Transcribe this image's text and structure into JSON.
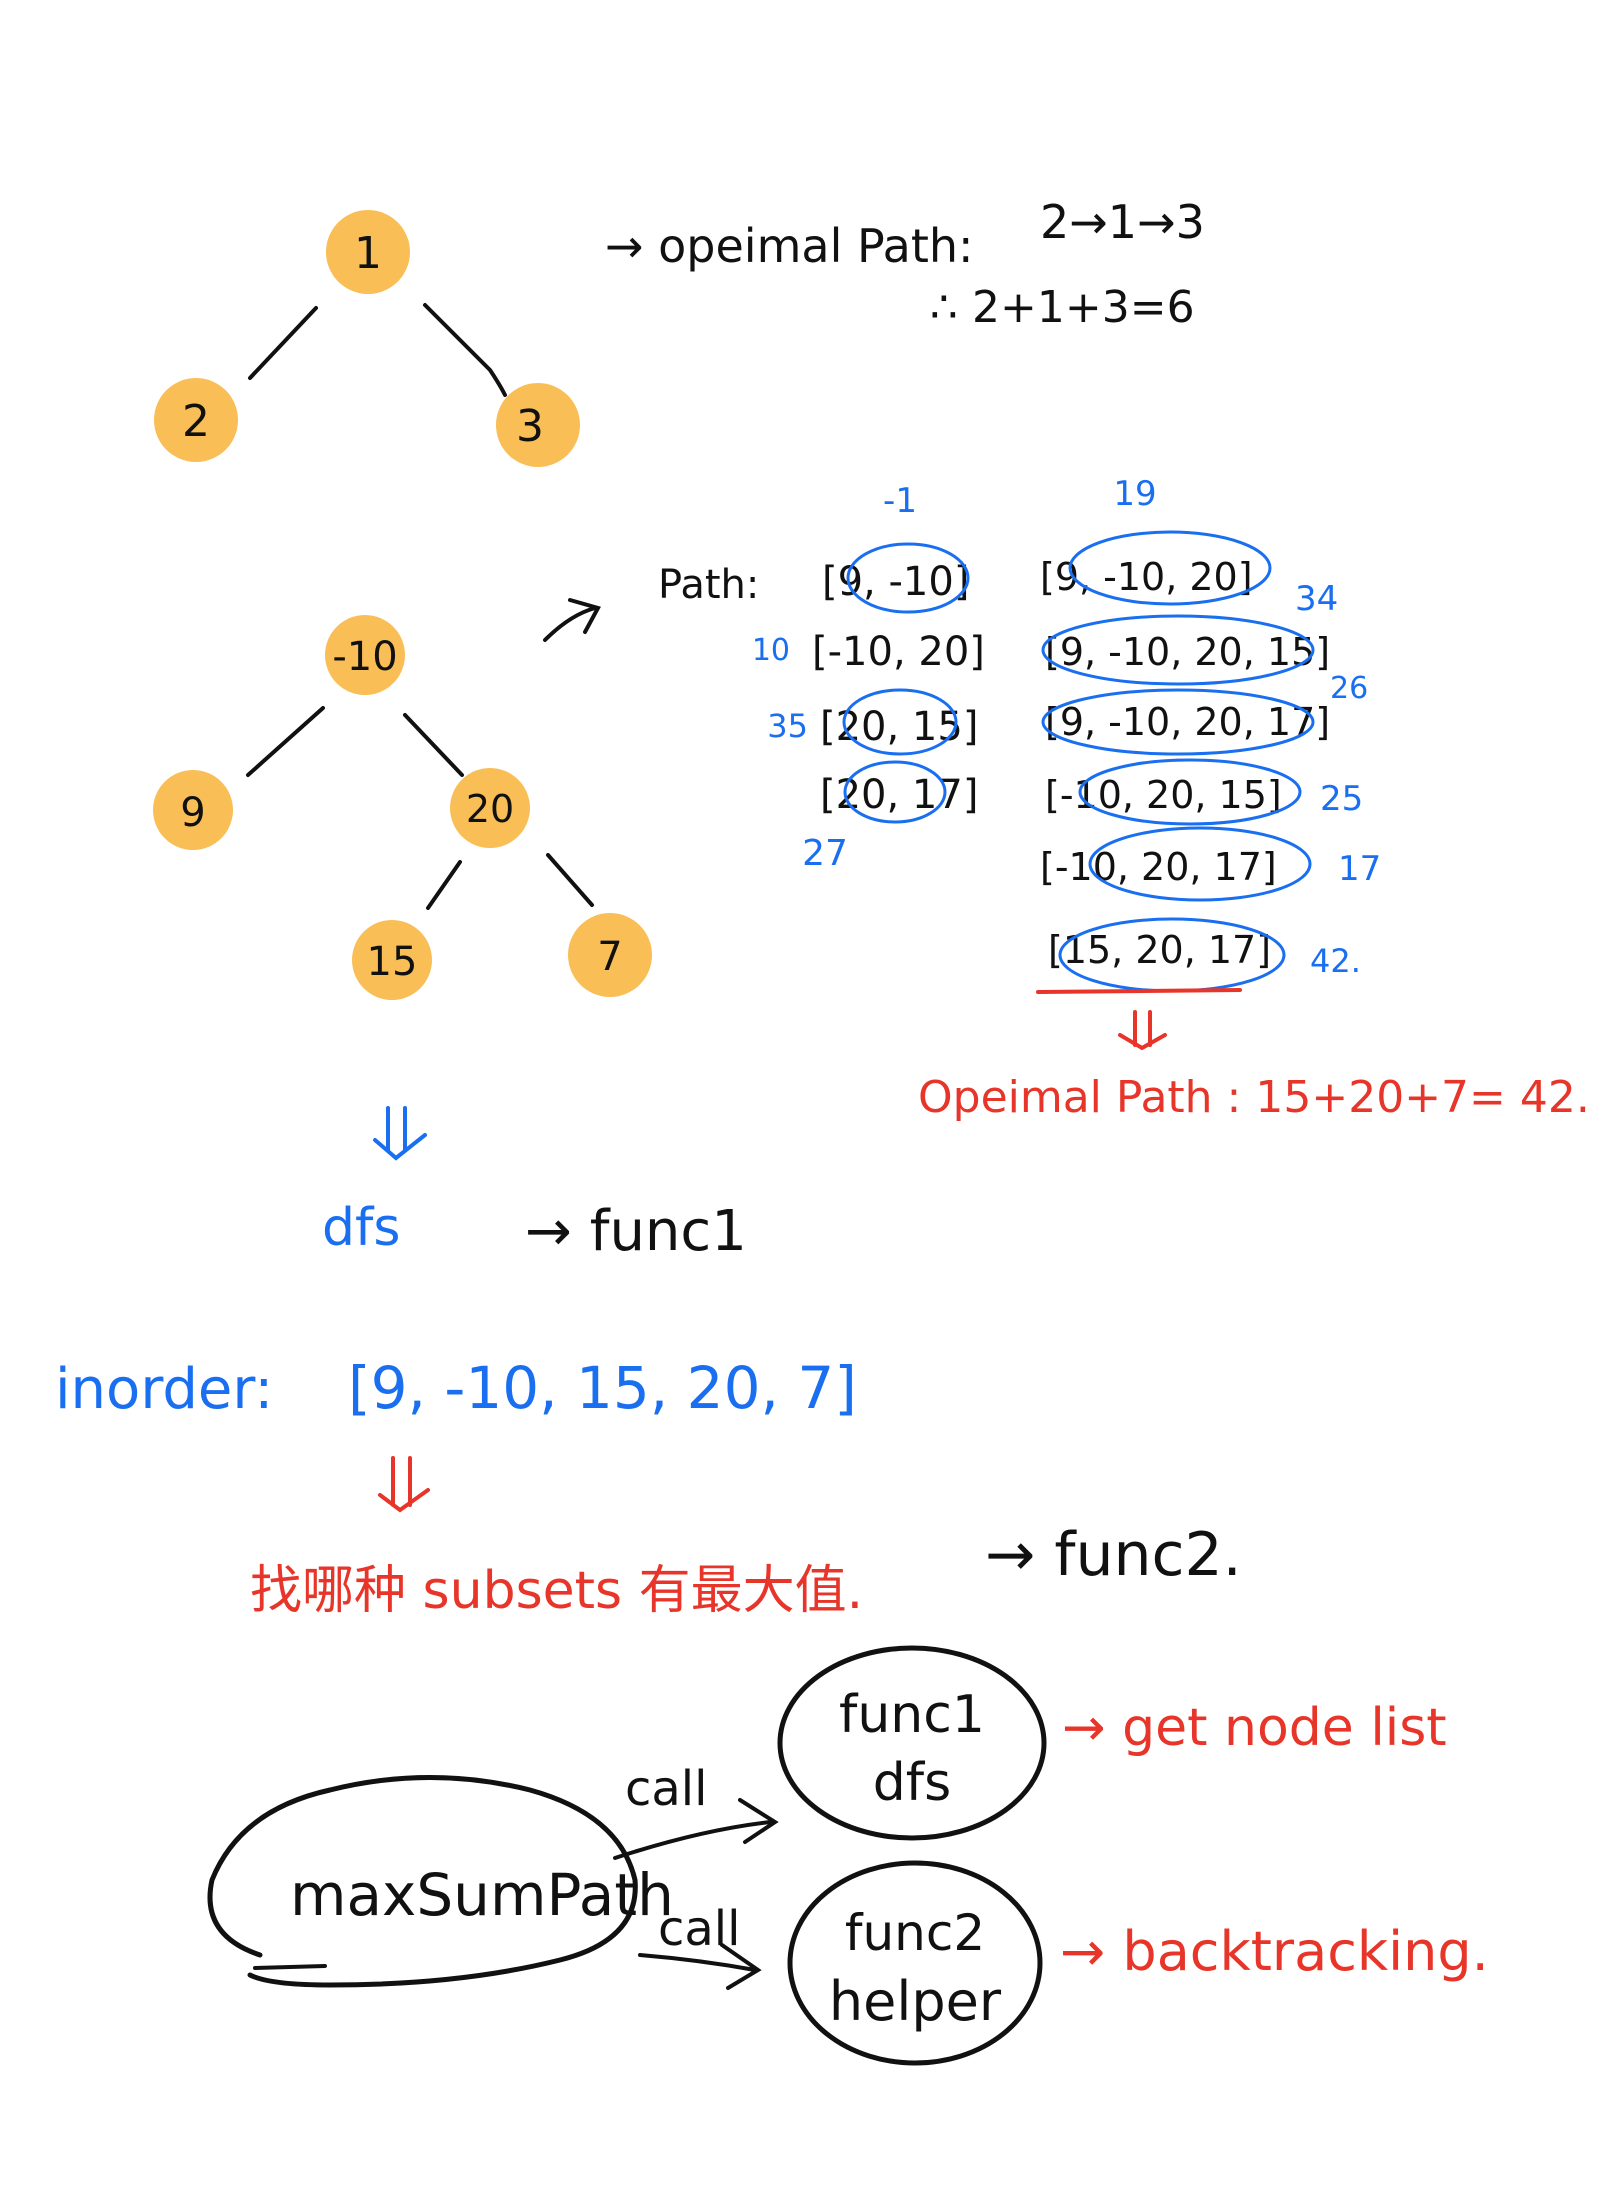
{
  "colors": {
    "node_fill": "#f9be55",
    "ink_black": "#111111",
    "ink_blue": "#1a6ff0",
    "ink_red": "#e8352a"
  },
  "tree1": {
    "nodes": {
      "root": "1",
      "left": "2",
      "right": "3"
    },
    "optimal_label": "→ opeimal Path:",
    "optimal_path": "2→1→3",
    "sum": "∴ 2+1+3=6"
  },
  "tree2": {
    "nodes": {
      "root": "-10",
      "left": "9",
      "right": "20",
      "right_left": "15",
      "right_right": "7"
    },
    "path_label": "Path:",
    "paths_left": [
      {
        "path": "[9, -10]",
        "sum": "-1"
      },
      {
        "path": "[-10, 20]",
        "sum": "10"
      },
      {
        "path": "[20, 15]",
        "sum": "35"
      },
      {
        "path": "[20, 17]",
        "sum": "27"
      }
    ],
    "paths_right": [
      {
        "path": "[9, -10, 20]",
        "sum": "19"
      },
      {
        "path": "[9, -10, 20, 15]",
        "sum": "34"
      },
      {
        "path": "[9, -10, 20, 17]",
        "sum": "26"
      },
      {
        "path": "[-10, 20, 15]",
        "sum": "25"
      },
      {
        "path": "[-10, 20, 17]",
        "sum": "17"
      },
      {
        "path": "[15, 20, 17]",
        "sum": "42."
      }
    ],
    "optimal": "Opeimal Path : 15+20+7= 42."
  },
  "dfs_line": {
    "dfs": "dfs",
    "func": "→ func1"
  },
  "inorder": {
    "label": "inorder:",
    "list": "[9, -10, 15, 20, 7]"
  },
  "subsets": {
    "text": "找哪种 subsets 有最大值.",
    "func": "→ func2."
  },
  "diagram": {
    "main": "maxSumPath",
    "call1": "call",
    "call2": "call",
    "func1_line1": "func1",
    "func1_line2": "dfs",
    "func2_line1": "func2",
    "func2_line2": "helper",
    "result1": "→ get node list",
    "result2": "→ backtracking."
  }
}
